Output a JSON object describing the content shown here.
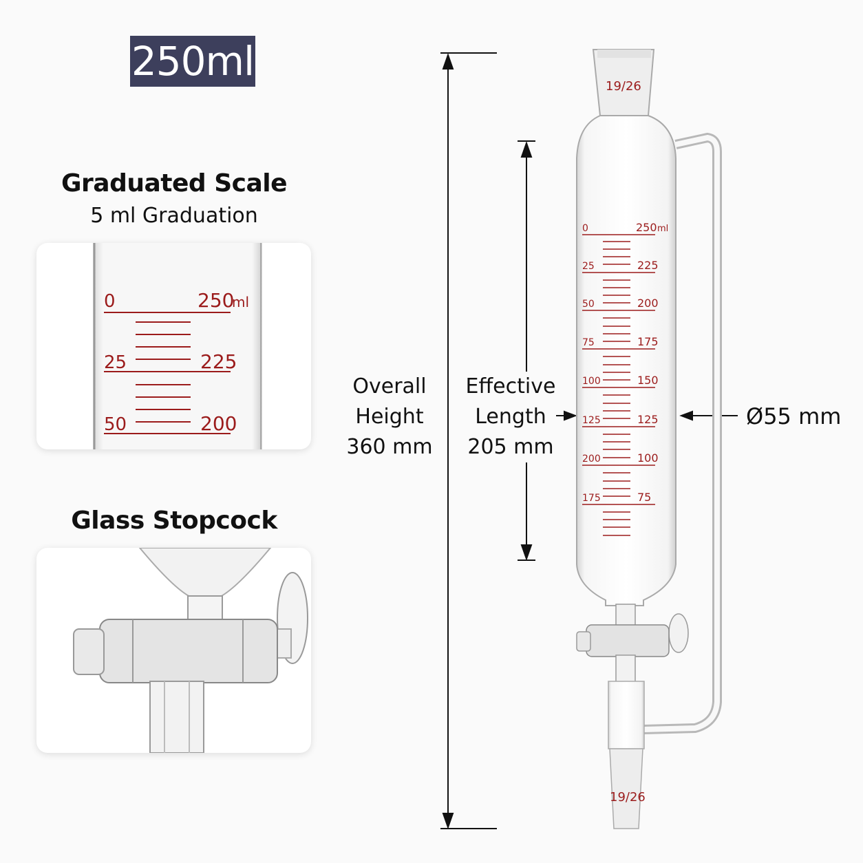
{
  "capacity": "250ml",
  "graduated_scale": {
    "title": "Graduated Scale",
    "subtitle": "5 ml Graduation",
    "left_labels": [
      "0",
      "25",
      "50"
    ],
    "right_labels": [
      "250",
      "225",
      "200"
    ],
    "unit": "ml"
  },
  "stopcock": {
    "title": "Glass Stopcock"
  },
  "overall": {
    "line1": "Overall",
    "line2": "Height",
    "line3": "360 mm"
  },
  "effective": {
    "line1": "Effective",
    "line2": "Length",
    "line3": "205 mm"
  },
  "diameter": "Ø55 mm",
  "funnel": {
    "joint_top": "19/26",
    "joint_bottom": "19/26",
    "left_scale": [
      "0",
      "25",
      "50",
      "75",
      "100",
      "125",
      "200",
      "175"
    ],
    "right_scale": [
      "250",
      "225",
      "200",
      "175",
      "150",
      "125",
      "100",
      "75"
    ],
    "unit": "ml"
  },
  "colors": {
    "badge": "#3d3f5c",
    "graduation": "#9b1b1b"
  }
}
